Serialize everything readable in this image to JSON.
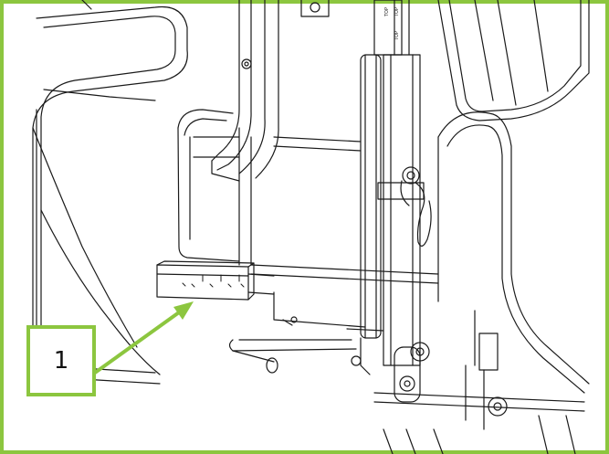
{
  "figure": {
    "frame_color": "#8cc63f",
    "line_color": "#1a1a1a",
    "rail_markings": [
      "TOP",
      "TOP",
      "TOP"
    ]
  },
  "callout": {
    "label": "1",
    "color": "#8cc63f",
    "target_name": "adjustment-bar-with-holes"
  }
}
